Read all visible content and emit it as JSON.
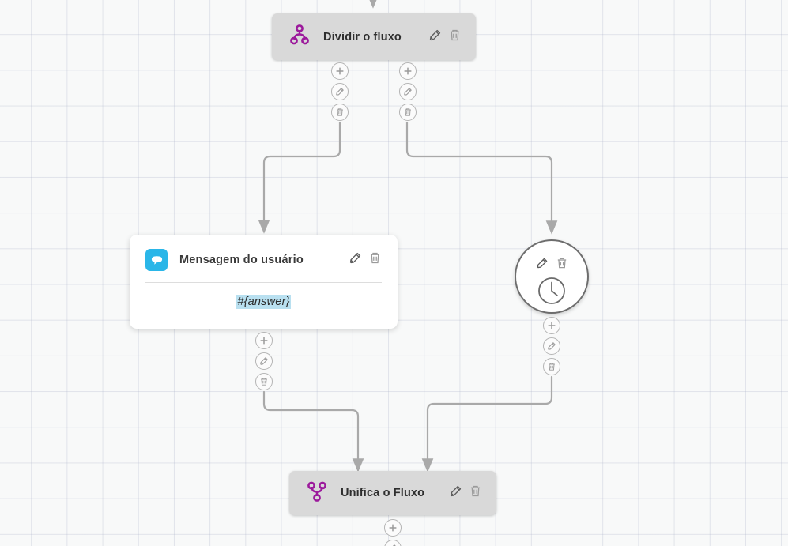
{
  "canvas": {
    "background_color": "#f8f9f9",
    "grid_color": "#aab0c8",
    "edge_color": "#a9a9a9"
  },
  "nodes": {
    "split": {
      "title": "Dividir o fluxo",
      "icon": "split-flow-icon",
      "icon_color": "#9c1a9c",
      "background_color": "#d9d9d9",
      "edit_icon": "pencil-icon",
      "delete_icon": "trash-icon"
    },
    "user_message": {
      "title": "Mensagem do usuário",
      "icon": "chat-bubble-icon",
      "icon_background": "#2ab6e8",
      "body_text": "#{answer}",
      "body_highlight_color": "#b9e0f0",
      "edit_icon": "pencil-icon",
      "delete_icon": "trash-icon"
    },
    "timer": {
      "icon": "clock-icon",
      "border_color": "#6d6d6d",
      "edit_icon": "pencil-icon",
      "delete_icon": "trash-icon"
    },
    "merge": {
      "title": "Unifica o Fluxo",
      "icon": "merge-flow-icon",
      "icon_color": "#9c1a9c",
      "background_color": "#d9d9d9",
      "edit_icon": "pencil-icon",
      "delete_icon": "trash-icon"
    }
  },
  "connector_buttons": {
    "add_icon": "plus-icon",
    "edit_icon": "pencil-icon",
    "delete_icon": "trash-icon"
  }
}
